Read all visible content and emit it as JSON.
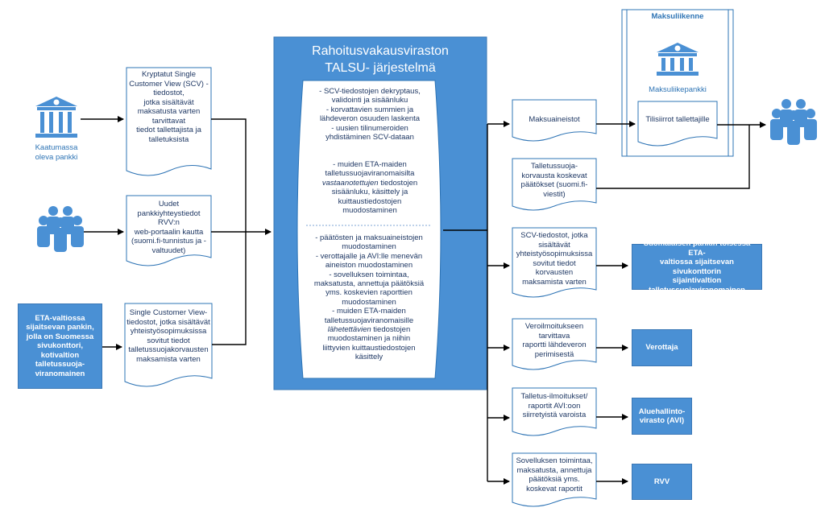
{
  "colors": {
    "accent": "#4a90d4",
    "border": "#2e74b5",
    "text": "#1f3864"
  },
  "icons": [
    "bank-icon",
    "people-icon"
  ],
  "left": {
    "bank_label": "Kaatumassa\noleva pankki",
    "eta_box": "ETA-valtiossa\nsijaitsevan pankin,\njolla on Suomessa\nsivukonttori,\nkotivaltion\ntalletussuoja-\nviranomainen",
    "doc1": "Kryptatut Single\nCustomer View (SCV) -\ntiedostot,\njotka sisältävät\nmaksatusta varten\ntarvittavat\ntiedot tallettajista ja\ntalletuksista",
    "doc2": "Uudet\npankkiyhteystiedot RVV:n\nweb-portaalin kautta\n(suomi.fi-tunnistus ja -\nvaltuudet)",
    "doc3": "Single Customer View-\ntiedostot, jotka sisältävät\nyhteistyösopimuksissa\nsovitut tiedot\ntalletussuojakorvausten\nmaksamista varten"
  },
  "central": {
    "title": "Rahoitusvakausviraston\nTALSU- järjestelmä",
    "block1": "- SCV-tiedostojen dekryptaus,\nvalidointi ja sisäänluku\n- korvattavien summien ja\nlähdeveron osuuden laskenta\n- uusien tilinumeroiden\nyhdistäminen SCV-dataan",
    "block2_a": "- muiden ETA-maiden\ntalletussuojaviranomaisilta",
    "block2_em": "vastaanotettujen",
    "block2_b": "tiedostojen\nsisäänluku, käsittely ja\nkuittaustiedostojen\nmuodostaminen",
    "block3": "- päätösten ja maksuaineistojen\nmuodostaminen\n- verottajalle ja AVI:lle menevän\naineiston muodostaminen\n- sovelluksen toimintaa,\nmaksatusta, annettuja päätöksiä\nyms. koskevien raporttien\nmuodostaminen\n- muiden ETA-maiden\ntalletussuojaviranomaisille",
    "block3_em": "lähetettävien",
    "block3_b": "tiedostojen\nmuodostaminen ja niihin\nliittyvien kuittaustiedostojen\nkäsittely"
  },
  "right": {
    "maksuliikenne": "Maksuliikenne",
    "maksuliikepankki": "Maksuliikepankki",
    "tilisiirrot": "Tilisiirrot tallettajille",
    "doc_maksuaineistot": "Maksuaineistot",
    "doc_paatokset": "Talletussuoja-\nkorvausta koskevat\npäätökset (suomi.fi-\nviestit)",
    "doc_scv": "SCV-tiedostot, jotka\nsisältävät\nyhteistyösopimuksissa\nsovitut tiedot\nkorvausten\nmaksamista varten",
    "doc_veroilmoitus": "Veroilmoitukseen\ntarvittava\nraportti lähdeveron\nperimisestä",
    "doc_talletus": "Talletus-ilmoitukset/\nraportit AVI:oon\nsiirretyistä varoista",
    "doc_sovellus": "Sovelluksen toimintaa,\nmaksatusta, annettuja\npäätöksiä yms.\nkoskevat raportit",
    "box_suomalainen": "Suomalaisen pankin toisessa ETA-\nvaltiossa sijaitsevan sivukonttorin\nsijaintivaltion\ntalletussuojaviranomainen",
    "box_verottaja": "Verottaja",
    "box_avi": "Aluehallinto-\nvirasto (AVI)",
    "box_rvv": "RVV"
  }
}
